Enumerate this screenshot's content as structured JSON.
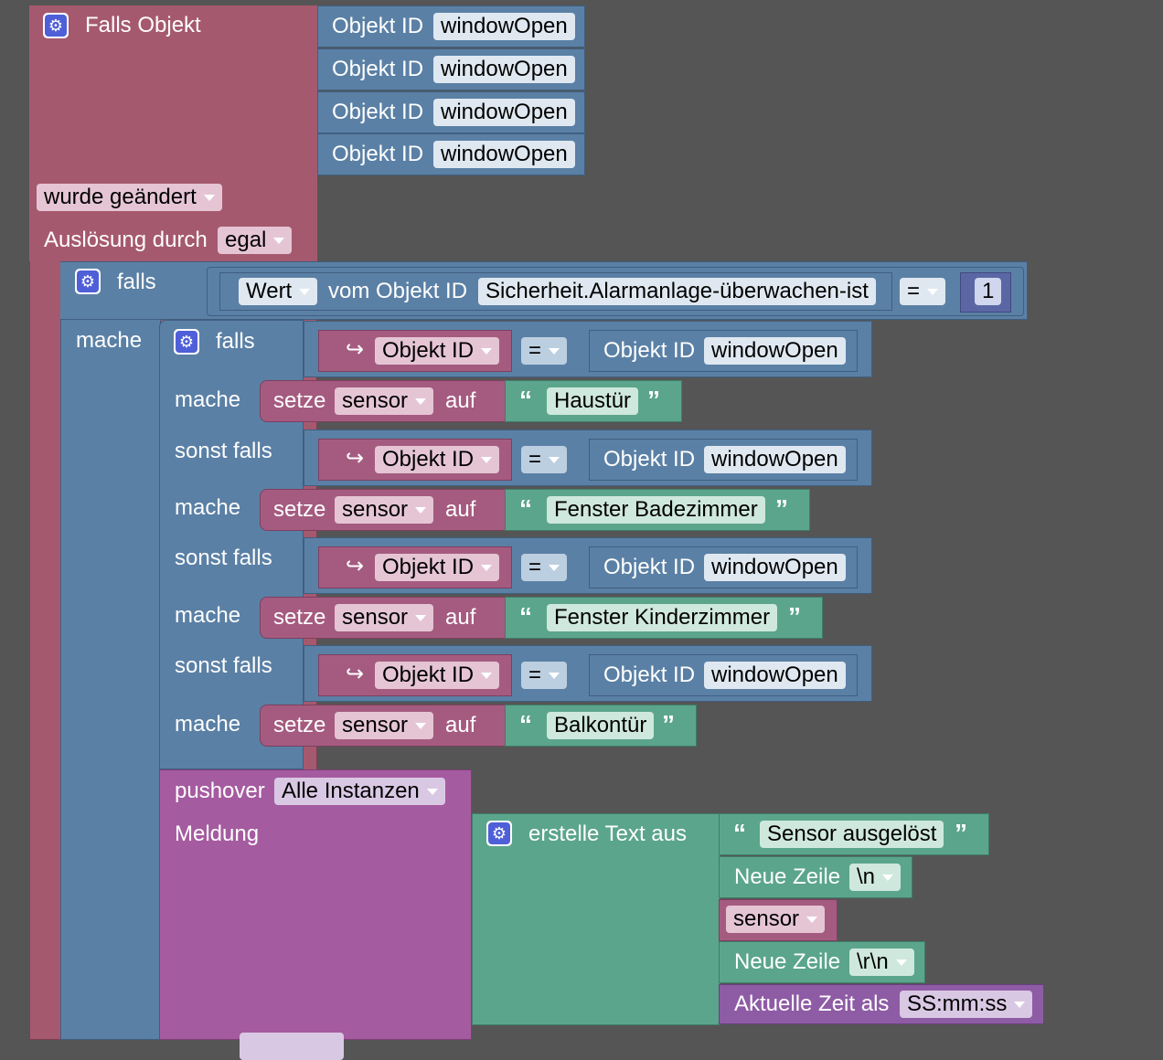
{
  "event": {
    "title": "Falls Objekt",
    "obj_label": "Objekt ID",
    "obj_ids": [
      "windowOpen",
      "windowOpen",
      "windowOpen",
      "windowOpen"
    ],
    "changed": "wurde geändert",
    "trigger_label": "Auslösung durch",
    "trigger_value": "egal"
  },
  "outer_if": {
    "falls": "falls",
    "mache": "mache",
    "wert": "Wert",
    "vom_objekt": "vom Objekt ID",
    "object": "Sicherheit.Alarmanlage-überwachen-ist",
    "op": "=",
    "number": "1"
  },
  "inner_if": {
    "falls": "falls",
    "mache": "mache",
    "sonst_falls": "sonst falls",
    "trigger_obj": "Objekt ID",
    "op": "=",
    "obj_label": "Objekt ID",
    "obj_id": "windowOpen",
    "setze": "setze",
    "var": "sensor",
    "auf": "auf",
    "values": [
      "Haustür",
      "Fenster Badezimmer",
      "Fenster Kinderzimmer",
      "Balkontür"
    ]
  },
  "push": {
    "label": "pushover",
    "instances": "Alle Instanzen",
    "meldung": "Meldung",
    "create_text": "erstelle Text aus",
    "text1": "Sensor ausgelöst",
    "newline_label": "Neue Zeile",
    "nl1": "\\n",
    "var": "sensor",
    "nl2": "\\r\\n",
    "time_label": "Aktuelle Zeit als",
    "time_format": "SS:mm:ss"
  },
  "icons": {
    "gear": "gear-icon",
    "quote_open": "“",
    "quote_close": "”",
    "trigger_arrow": "↪"
  },
  "colors": {
    "background": "#555555",
    "event": "#a5596f",
    "control": "#5b80a5",
    "variable": "#a55b80",
    "text": "#5ba58c",
    "pushover": "#a55ba0"
  }
}
